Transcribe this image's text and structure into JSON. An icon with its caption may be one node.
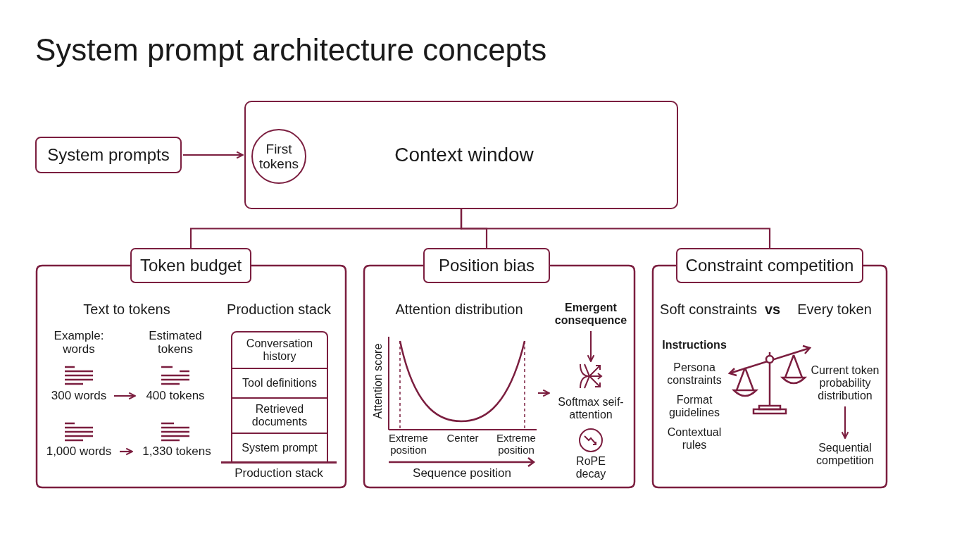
{
  "diagram": {
    "title": "System prompt architecture concepts",
    "nodes": [
      {
        "text": [
          "System prompts"
        ]
      },
      {
        "text": [
          "Context window"
        ]
      },
      {
        "text": [
          "First tokens"
        ],
        "in": 1
      },
      {
        "text": [
          "Token budget"
        ]
      },
      {
        "text": [
          "300 words"
        ],
        "in": 3
      },
      {
        "text": [
          "400 tokens"
        ],
        "in": 3
      },
      {
        "text": [
          "1,000 words"
        ],
        "in": 3
      },
      {
        "text": [
          "1,330 tokens"
        ],
        "in": 3
      },
      {
        "text": [
          "Conversation history"
        ],
        "in": 3
      },
      {
        "text": [
          "Tool definitions"
        ],
        "in": 3
      },
      {
        "text": [
          "Retrieved documents"
        ],
        "in": 3
      },
      {
        "text": [
          "System prompt"
        ],
        "in": 3
      },
      {
        "text": [
          "Position bias"
        ]
      },
      {
        "text": [],
        "shape": "chart",
        "in": 12
      },
      {
        "text": [
          "Emergent consequence"
        ],
        "in": 12
      },
      {
        "text": [
          "Softmax seif-attention"
        ],
        "in": 12
      },
      {
        "text": [
          "Constraint competition"
        ]
      },
      {
        "text": [
          "Current token probability distribution"
        ],
        "in": 16
      },
      {
        "text": [
          "Sequential competition"
        ],
        "in": 16
      }
    ],
    "edges": [
      {
        "from": 0,
        "to": 1,
        "arrow": "to"
      },
      {
        "from": 1,
        "to": 3,
        "arrow": "none"
      },
      {
        "from": 1,
        "to": 12,
        "arrow": "none"
      },
      {
        "from": 1,
        "to": 16,
        "arrow": "none"
      },
      {
        "from": 4,
        "to": 5,
        "arrow": "to"
      },
      {
        "from": 6,
        "to": 7,
        "arrow": "to"
      },
      {
        "from": 13,
        "to": 15,
        "arrow": "to"
      },
      {
        "from": 14,
        "to": 15,
        "arrow": "to"
      },
      {
        "from": 17,
        "to": 18,
        "arrow": "to"
      }
    ],
    "labels": [
      "Text to tokens",
      "Production stack",
      "Example: words",
      "Estimated tokens",
      "Production stack",
      "Attention distribution",
      "Attention score",
      "Extreme position",
      "Center",
      "Extreme position",
      "Sequence position",
      "RoPE decay",
      "Soft constraints",
      "vs",
      "Every token",
      "Instructions",
      "Persona constraints",
      "Format guidelines",
      "Contextual rules"
    ]
  }
}
